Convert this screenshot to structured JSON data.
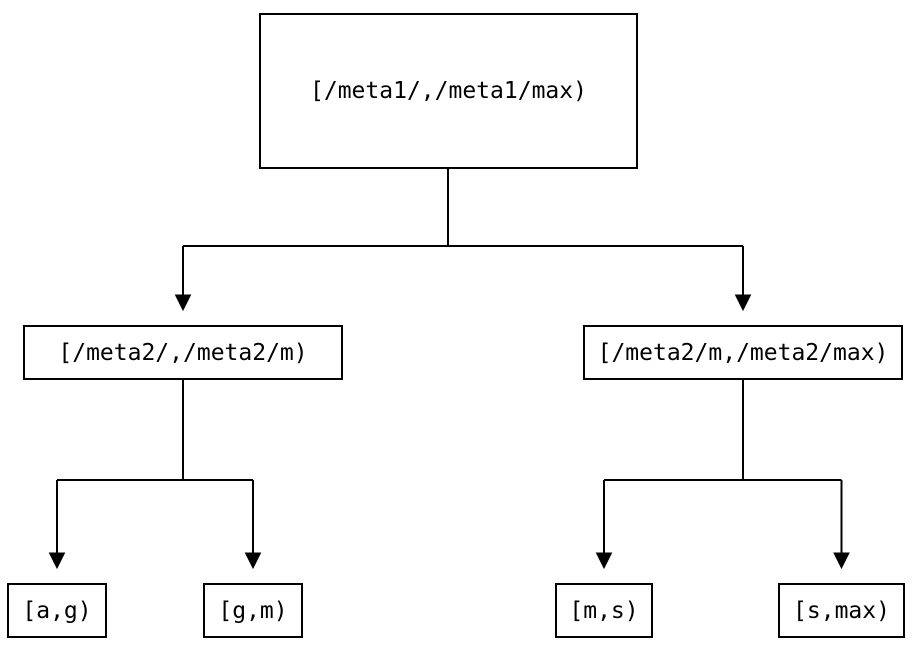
{
  "diagram": {
    "type": "tree",
    "nodes": {
      "root": {
        "id": "root",
        "label": "[/meta1/,/meta1/max)"
      },
      "left_child": {
        "id": "left_child",
        "label": "[/meta2/,/meta2/m)"
      },
      "right_child": {
        "id": "right_child",
        "label": "[/meta2/m,/meta2/max)"
      },
      "leaf_1": {
        "id": "leaf_1",
        "label": "[a,g)"
      },
      "leaf_2": {
        "id": "leaf_2",
        "label": "[g,m)"
      },
      "leaf_3": {
        "id": "leaf_3",
        "label": "[m,s)"
      },
      "leaf_4": {
        "id": "leaf_4",
        "label": "[s,max)"
      }
    },
    "edges": [
      {
        "from": "root",
        "to": "left_child"
      },
      {
        "from": "root",
        "to": "right_child"
      },
      {
        "from": "left_child",
        "to": "leaf_1"
      },
      {
        "from": "left_child",
        "to": "leaf_2"
      },
      {
        "from": "right_child",
        "to": "leaf_3"
      },
      {
        "from": "right_child",
        "to": "leaf_4"
      }
    ],
    "colors": {
      "background": "#ffffff",
      "line": "#000000",
      "box_border": "#000000",
      "box_fill": "#ffffff",
      "text": "#000000"
    }
  }
}
